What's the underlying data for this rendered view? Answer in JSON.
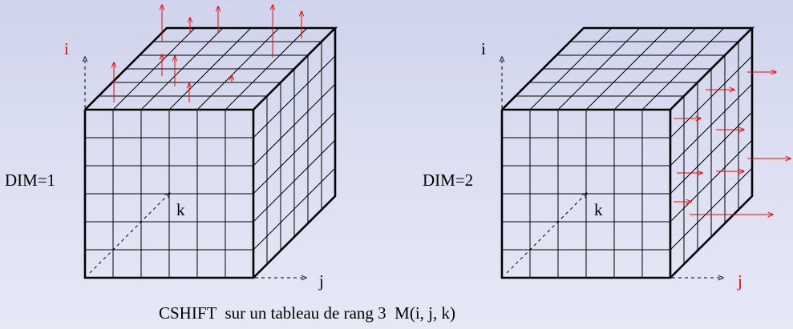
{
  "diagram": {
    "caption": "CSHIFT  sur un tableau de rang 3  M(i, j, k)",
    "colors": {
      "accent": "#ff0000",
      "line": "#000000"
    },
    "cubes": [
      {
        "dim_label": "DIM=1",
        "axis_i": "i",
        "axis_j": "j",
        "axis_k": "k",
        "shift_axis": "i",
        "highlight": "i"
      },
      {
        "dim_label": "DIM=2",
        "axis_i": "i",
        "axis_j": "j",
        "axis_k": "k",
        "shift_axis": "j",
        "highlight": "j"
      }
    ]
  }
}
